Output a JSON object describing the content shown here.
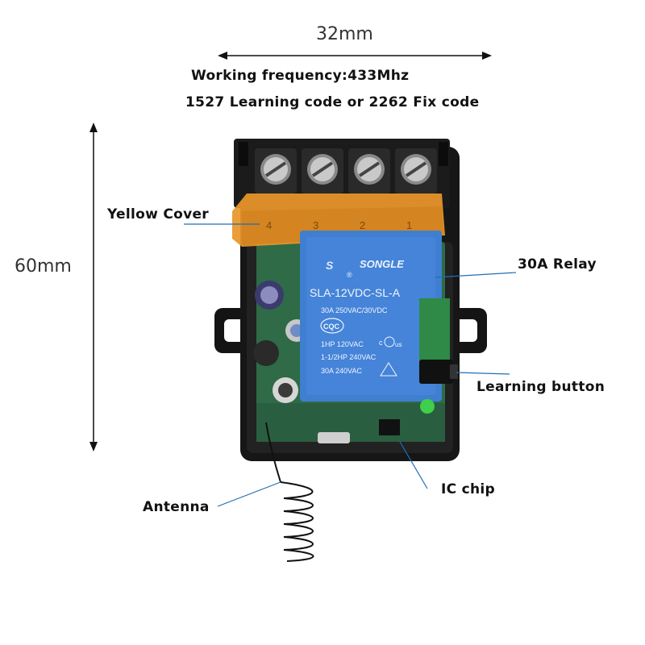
{
  "dimensions": {
    "width_label": "32mm",
    "height_label": "60mm"
  },
  "specs": {
    "frequency": "Working frequency:433Mhz",
    "code": "1527 Learning code or 2262 Fix code"
  },
  "callouts": {
    "yellow_cover": "Yellow Cover",
    "relay": "30A Relay",
    "learning_button": "Learning button",
    "ic_chip": "IC chip",
    "antenna": "Antenna"
  },
  "relay_markings": {
    "brand": "SONGLE",
    "model": "SLA-12VDC-SL-A",
    "rating": "30A 250VAC/30VDC",
    "cert": "CQC",
    "hp1": "1HP 120VAC",
    "hp2": "1-1/2HP 240VAC",
    "amp": "30A 240VAC",
    "ul": "c",
    "ul2": "us",
    "r_mark": "®"
  },
  "cover_markings": [
    "4",
    "3",
    "2",
    "1"
  ],
  "colors": {
    "pointer_line": "#1f6fb5",
    "relay_blue": "#3f7fd0",
    "cover_orange": "#e8962a",
    "housing_black": "#1a1a1a",
    "pcb_green": "#2e6b46"
  }
}
